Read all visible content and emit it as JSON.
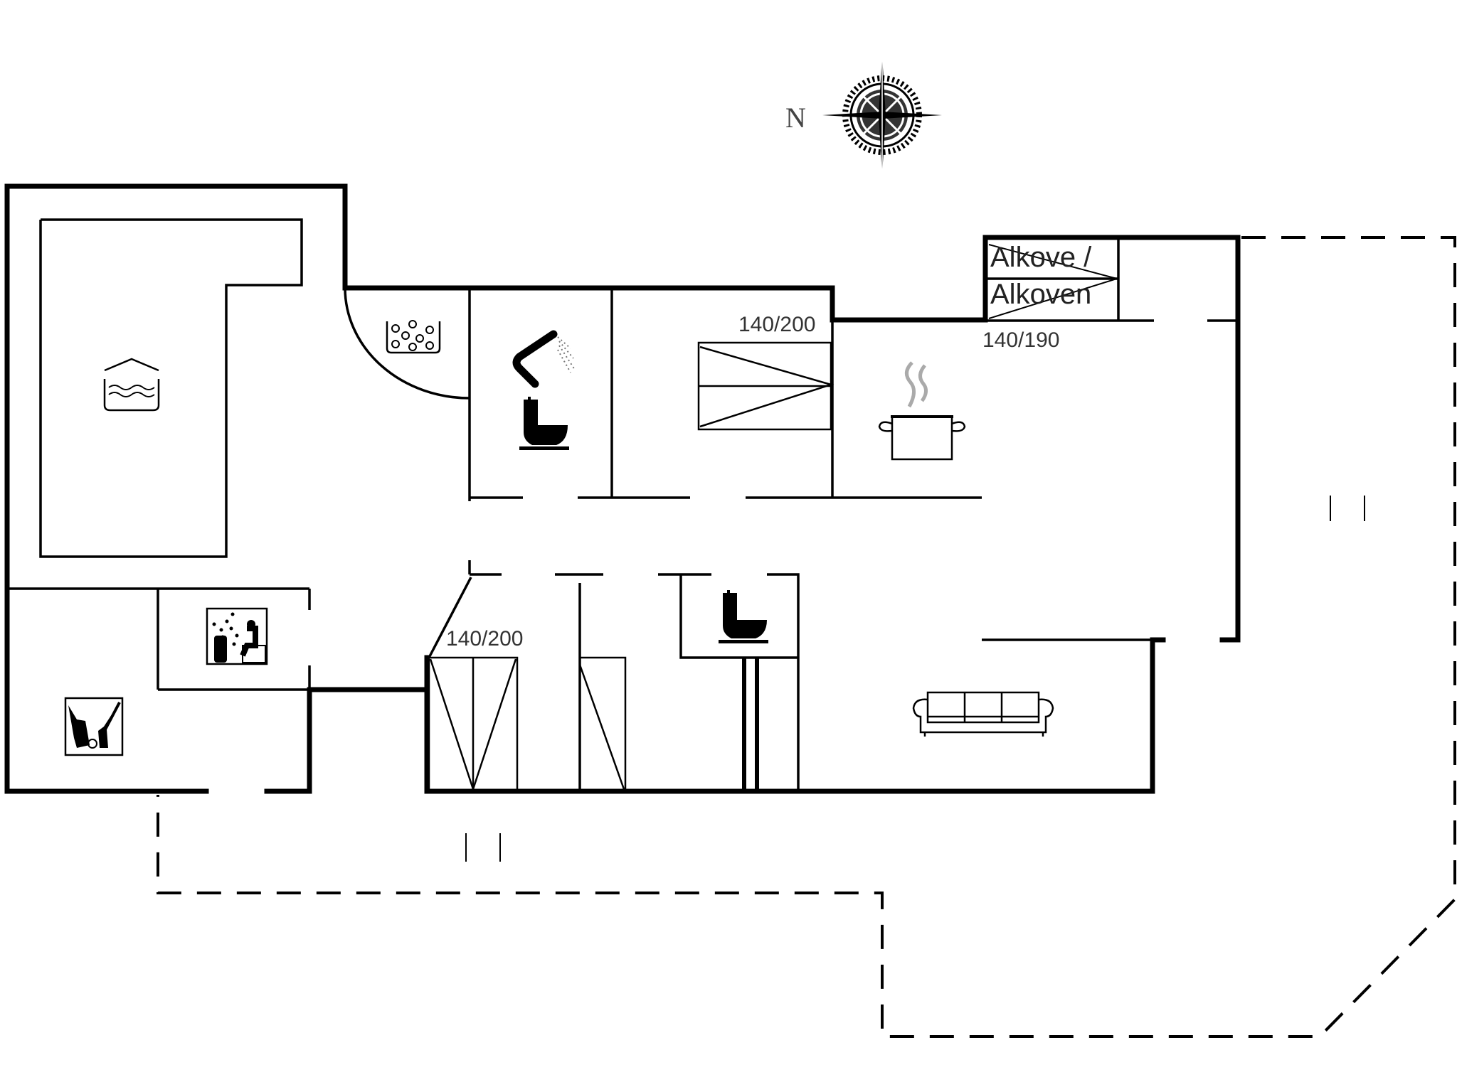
{
  "compass": {
    "north_label": "N",
    "icon": "compass-rose-icon"
  },
  "rooms": [
    {
      "id": "indoor-pool",
      "type": "pool",
      "icon": "indoor-pool-icon"
    },
    {
      "id": "spa",
      "type": "whirlpool",
      "icon": "whirlpool-spa-icon"
    },
    {
      "id": "bathroom-1",
      "type": "bathroom",
      "icons": [
        "shower-icon",
        "toilet-icon"
      ]
    },
    {
      "id": "bedroom-1",
      "type": "bedroom",
      "bed_size": "140/200"
    },
    {
      "id": "kitchen",
      "type": "kitchen",
      "icon": "cooking-pot-icon"
    },
    {
      "id": "alcove",
      "type": "alcove",
      "label_line1": "Alkove /",
      "label_line2": "Alkoven",
      "bed_size": "140/190"
    },
    {
      "id": "sauna",
      "type": "sauna",
      "icon": "sauna-icon"
    },
    {
      "id": "utility",
      "type": "utility",
      "icon": "washing-utility-icon"
    },
    {
      "id": "bedroom-2",
      "type": "bedroom",
      "bed_size": "140/200"
    },
    {
      "id": "bedroom-3",
      "type": "bedroom"
    },
    {
      "id": "toilet-2",
      "type": "toilet",
      "icon": "toilet-icon"
    },
    {
      "id": "living-room",
      "type": "living",
      "icon": "sofa-icon"
    },
    {
      "id": "terrace-east",
      "type": "terrace"
    },
    {
      "id": "terrace-south",
      "type": "terrace"
    }
  ],
  "labels": {
    "bed_bedroom1": "140/200",
    "bed_bedroom2": "140/200",
    "alcove_line1": "Alkove /",
    "alcove_line2": "Alkoven",
    "bed_alcove": "140/190"
  },
  "colors": {
    "wall": "#000000",
    "background": "#ffffff",
    "text": "#222222",
    "steam": "#999999"
  }
}
